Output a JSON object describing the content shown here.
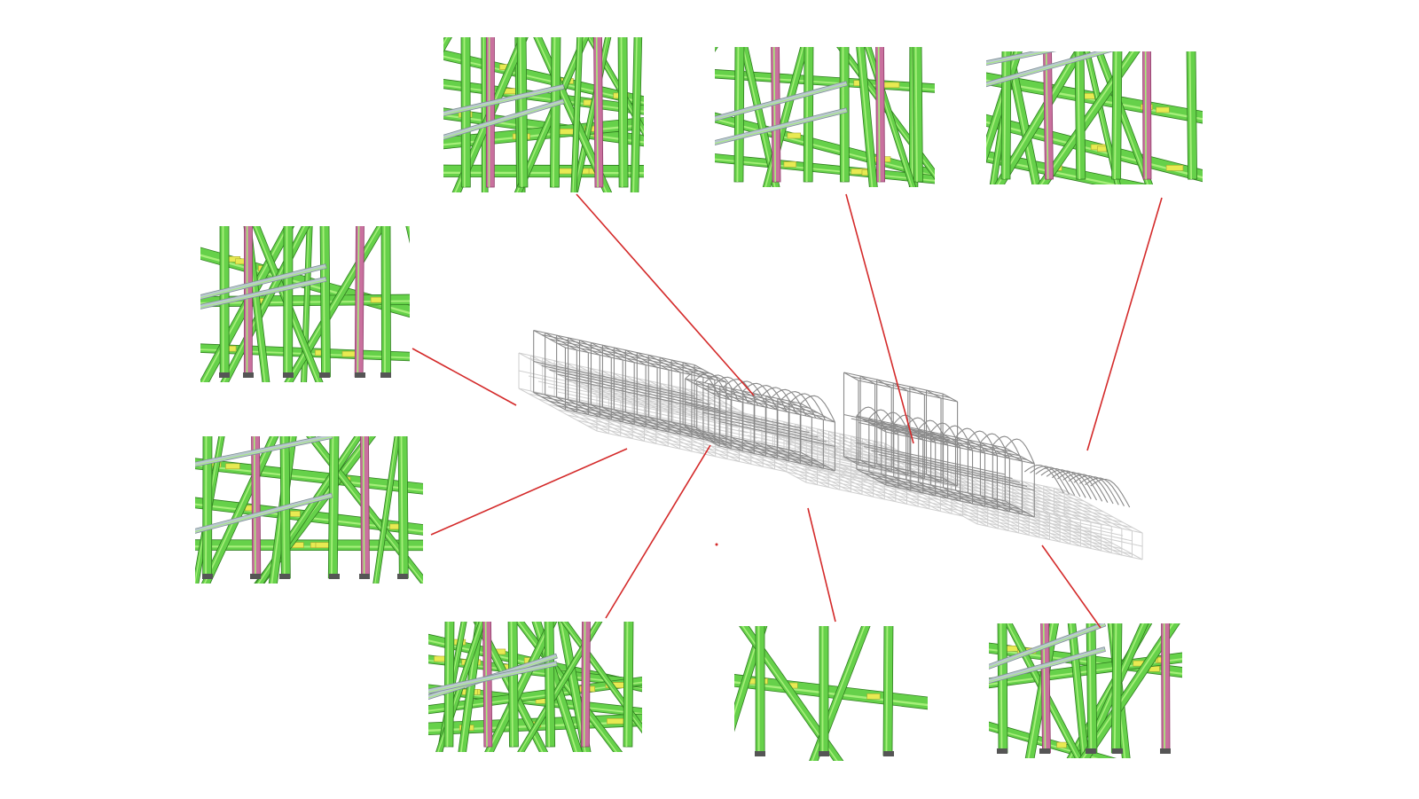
{
  "figure": {
    "description_free": true,
    "colors": {
      "background": "#ffffff",
      "callout": "#d42a2a",
      "steel_green": "#66d14a",
      "steel_green_dark": "#2f7d1f",
      "steel_green_light": "#a6ef7a",
      "plate_yellow": "#e8ea52",
      "column_pink": "#c9709e",
      "column_pink_dark": "#8e3d6a",
      "brace_silver": "#b9c9cf",
      "base_plate": "#555555",
      "overview_line": "#9a9a9a",
      "overview_light": "#cfcfcf"
    },
    "panels": [
      {
        "id": "top-left",
        "icon": "truss-bracing-detail"
      },
      {
        "id": "top-middle",
        "icon": "beam-column-joint-detail"
      },
      {
        "id": "top-right",
        "icon": "column-brace-detail"
      },
      {
        "id": "mid-left-upper",
        "icon": "x-bracing-detail"
      },
      {
        "id": "mid-left-lower",
        "icon": "base-bracing-detail"
      },
      {
        "id": "bottom-left",
        "icon": "frame-grid-detail"
      },
      {
        "id": "bottom-middle",
        "icon": "diagonal-column-base-detail"
      },
      {
        "id": "bottom-right",
        "icon": "portal-frame-detail"
      }
    ]
  }
}
